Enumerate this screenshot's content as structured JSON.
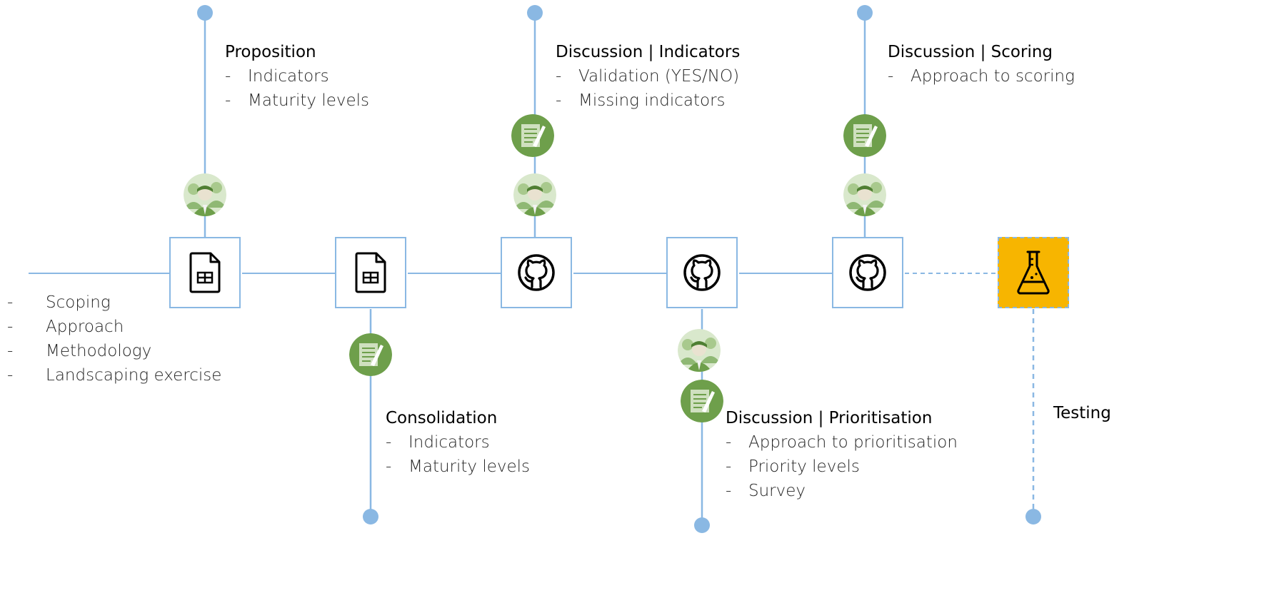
{
  "left_items": [
    "Scoping",
    "Approach",
    "Methodology",
    "Landscaping exercise"
  ],
  "stages": [
    {
      "id": "stage-1",
      "icon": "spreadsheet-icon"
    },
    {
      "id": "stage-2",
      "icon": "spreadsheet-icon"
    },
    {
      "id": "stage-3",
      "icon": "github-icon"
    },
    {
      "id": "stage-4",
      "icon": "github-icon"
    },
    {
      "id": "stage-5",
      "icon": "github-icon"
    },
    {
      "id": "stage-6",
      "icon": "flask-icon"
    }
  ],
  "blocks": [
    {
      "title": "Proposition",
      "items": [
        "Indicators",
        "Maturity levels"
      ]
    },
    {
      "title": "Consolidation",
      "items": [
        "Indicators",
        "Maturity levels"
      ]
    },
    {
      "title": "Discussion | Indicators",
      "items": [
        "Validation (YES/NO)",
        "Missing indicators"
      ]
    },
    {
      "title": "Discussion | Prioritisation",
      "items": [
        "Approach to prioritisation",
        "Priority levels",
        "Survey"
      ]
    },
    {
      "title": "Discussion | Scoring",
      "items": [
        "Approach to scoring"
      ]
    }
  ],
  "testing_label": "Testing",
  "colors": {
    "line": "#8ab8e3",
    "node": "#8ab8e3",
    "box_border": "#8ab8e3",
    "testing_fill": "#f7b500",
    "icon_green": "#6e9f4b",
    "icon_green_dark": "#4f7f33"
  }
}
